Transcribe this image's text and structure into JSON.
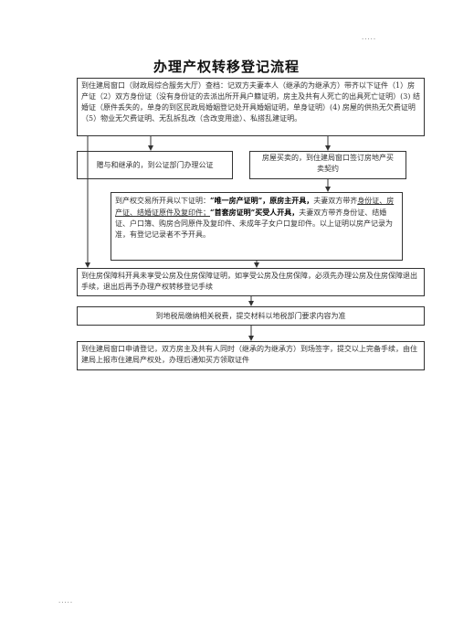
{
  "header": {
    "dots": "....."
  },
  "footer": {
    "dots": "....."
  },
  "title": "办理产权转移登记流程",
  "flow": {
    "step1": "到住建局窗口（财政局综合服务大厅）查档：记双方夫妻本人（继承的为继承方）带齐以下证件（1）房产证（2）双方身份证（没有身份证的去派出所开具户籍证明，房主及共有人死亡的出具死亡证明）(3) 结婚证（原件丢失的，单身的到区民政局婚姻登记处开具婚姻证明，单身证明）(4) 房屋的供热无欠费证明（5）物业无欠费证明、无乱拆乱改（含改变用途）、私搭乱建证明。",
    "branch_gift": "赠与和继承的，到公证部门办理公证",
    "branch_sale": "房屋买卖的，到住建局窗口签订房地产买卖契约",
    "step3": {
      "intro": "到产权交易所开具以下证明：",
      "proof1": "“唯一房产证明”，原房主开具，",
      "mid1": "夫妻双方带齐",
      "mid2": "身份证、房产证、结婚证原件及复印件；",
      "proof2": "“首套房证明”买受人开具，",
      "rest": "夫妻双方带齐身份证、结婚证、户口簿、购房合同原件及复印件、未成年子女户口复印件。以上证明以房产记录为准，有登记记录者不予开具。"
    },
    "step4": "到住房保障科开具未享受公房及住房保障证明，如享受公房及住房保障，必须先办理公房及住房保障退出手续，退出后再予办理产权转移登记手续",
    "step5": "到地税局缴纳相关税费，提交材料以地税部门要求内容为准",
    "step6": "到住建局窗口申请登记，双方房主及共有人同时（继承的为继承方）到场签字，提交以上完备手续，由住建局上报市住建局产权处，办理后通知买方领取证件"
  }
}
